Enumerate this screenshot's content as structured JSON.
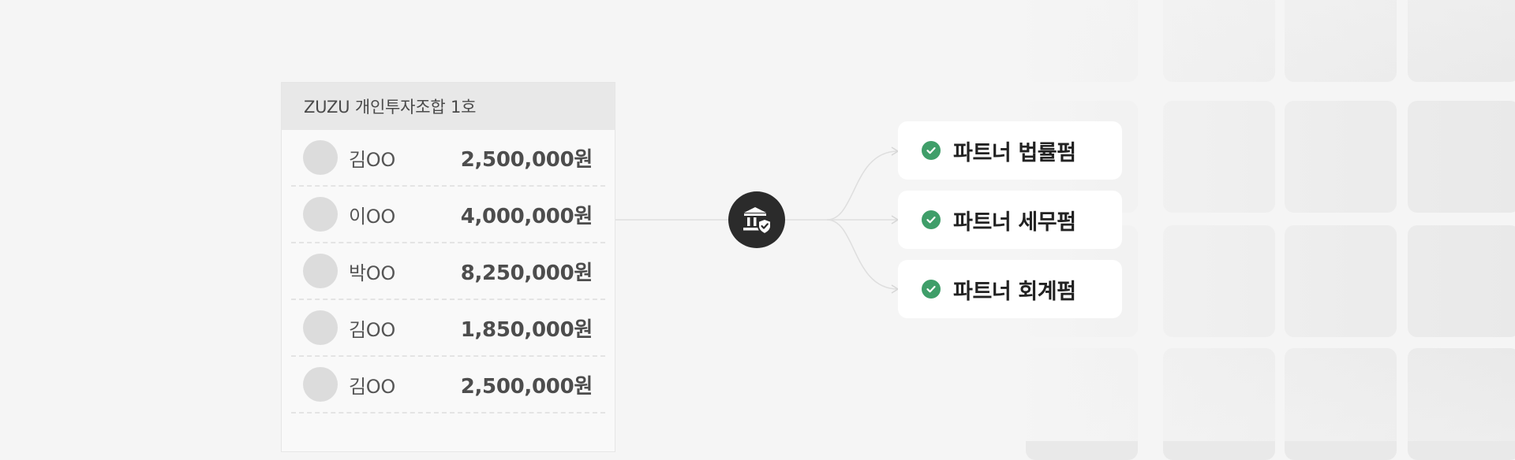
{
  "fund": {
    "title": "ZUZU 개인투자조합 1호",
    "investors": [
      {
        "name": "김OO",
        "amount": "2,500,000원"
      },
      {
        "name": "이OO",
        "amount": "4,000,000원"
      },
      {
        "name": "박OO",
        "amount": "8,250,000원"
      },
      {
        "name": "김OO",
        "amount": "1,850,000원"
      },
      {
        "name": "김OO",
        "amount": "2,500,000원"
      }
    ]
  },
  "hub": {
    "icon": "bank-shield-icon"
  },
  "partners": [
    {
      "label": "파트너 법률펌",
      "icon": "check-circle-icon"
    },
    {
      "label": "파트너 세무펌",
      "icon": "check-circle-icon"
    },
    {
      "label": "파트너 회계펌",
      "icon": "check-circle-icon"
    }
  ],
  "colors": {
    "background": "#f5f5f5",
    "hub": "#2b2b2b",
    "check": "#3f9e69",
    "tile": "#e9e9e9"
  }
}
